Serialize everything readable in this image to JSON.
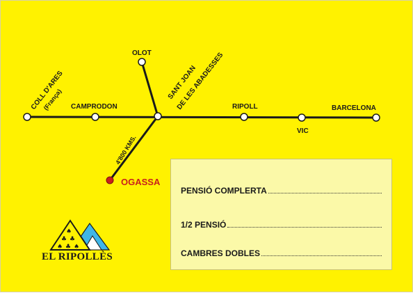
{
  "map": {
    "towns": {
      "coll_dares": {
        "name": "COLL D'ARES",
        "note": "(França)"
      },
      "camprodon": {
        "name": "CAMPRODON"
      },
      "olot": {
        "name": "OLOT"
      },
      "sant_joan": {
        "name_line1": "SANT JOAN",
        "name_line2": "DE LES ABADESSES"
      },
      "ripoll": {
        "name": "RIPOLL"
      },
      "vic": {
        "name": "VIC"
      },
      "barcelona": {
        "name": "BARCELONA"
      },
      "ogassa": {
        "name": "OGASSA"
      }
    },
    "distance_label": "4'800 KMS.",
    "colors": {
      "background": "#fff200",
      "road": "#1a1a1a",
      "destination": "#c8201e"
    }
  },
  "form": {
    "rows": [
      "PENSIÓ COMPLERTA",
      "1/2 PENSIÓ",
      "CAMBRES DOBLES"
    ]
  },
  "logo": {
    "text": "EL RIPOLLÈS",
    "icon": "mountains-with-card-suits-icon"
  }
}
